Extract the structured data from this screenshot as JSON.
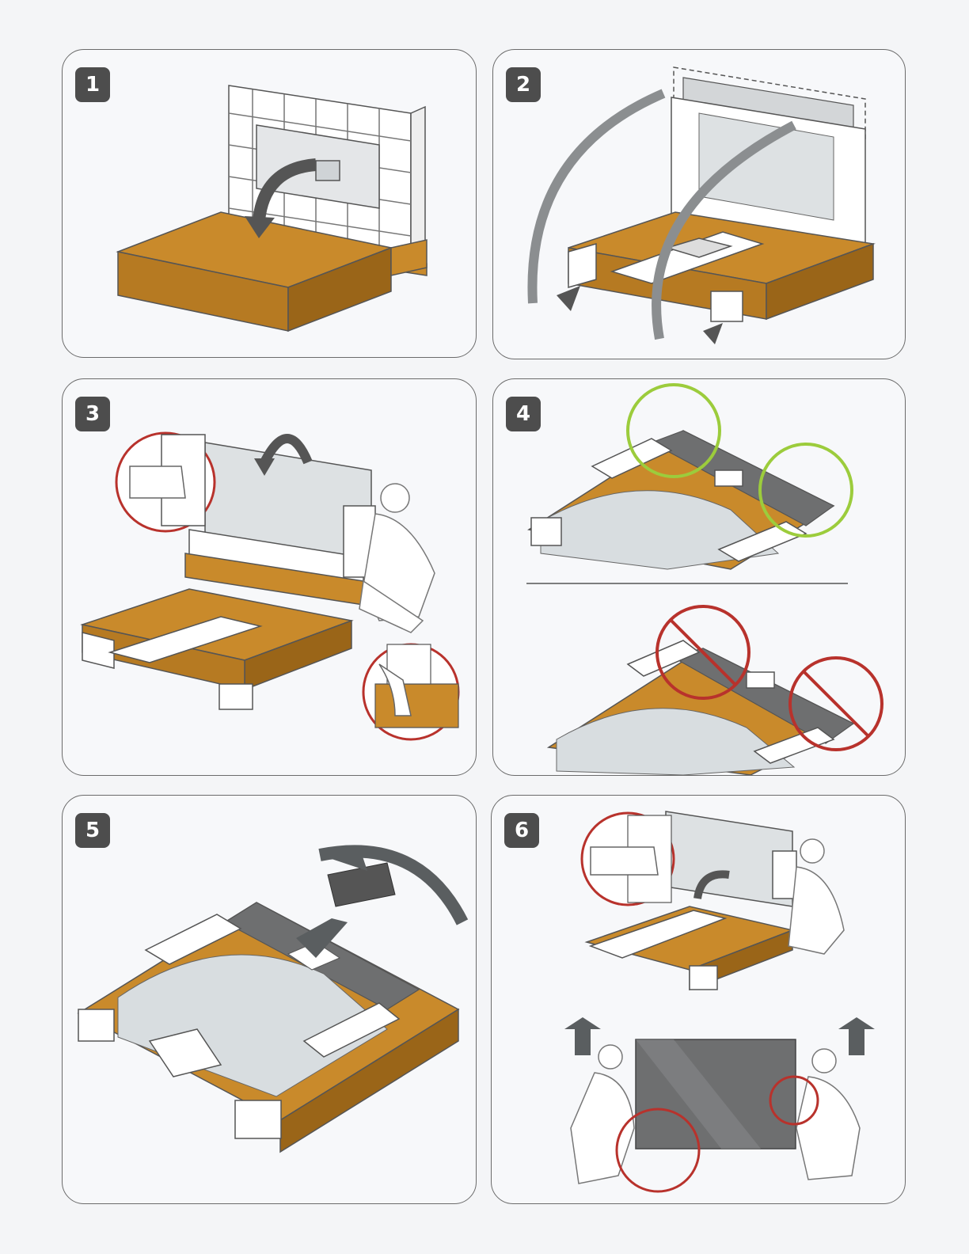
{
  "colors": {
    "cardboard": "#c98a2b",
    "cardboard_dark": "#9a6518",
    "foam": "#ffffff",
    "panel_gray": "#6e6f70",
    "film": "#d8dde0",
    "arrow": "#5a5e60",
    "ok_circle": "#9ccc3c",
    "warn_circle": "#b8322c",
    "badge": "#4d4d4d"
  },
  "steps": [
    {
      "number": "1",
      "icon": "unfold-box-icon"
    },
    {
      "number": "2",
      "icon": "remove-foam-icon"
    },
    {
      "number": "3",
      "icon": "lift-panel-icon"
    },
    {
      "number": "4",
      "icon": "correct-incorrect-icon"
    },
    {
      "number": "5",
      "icon": "remove-accessory-icon"
    },
    {
      "number": "6",
      "icon": "two-person-lift-icon"
    }
  ]
}
